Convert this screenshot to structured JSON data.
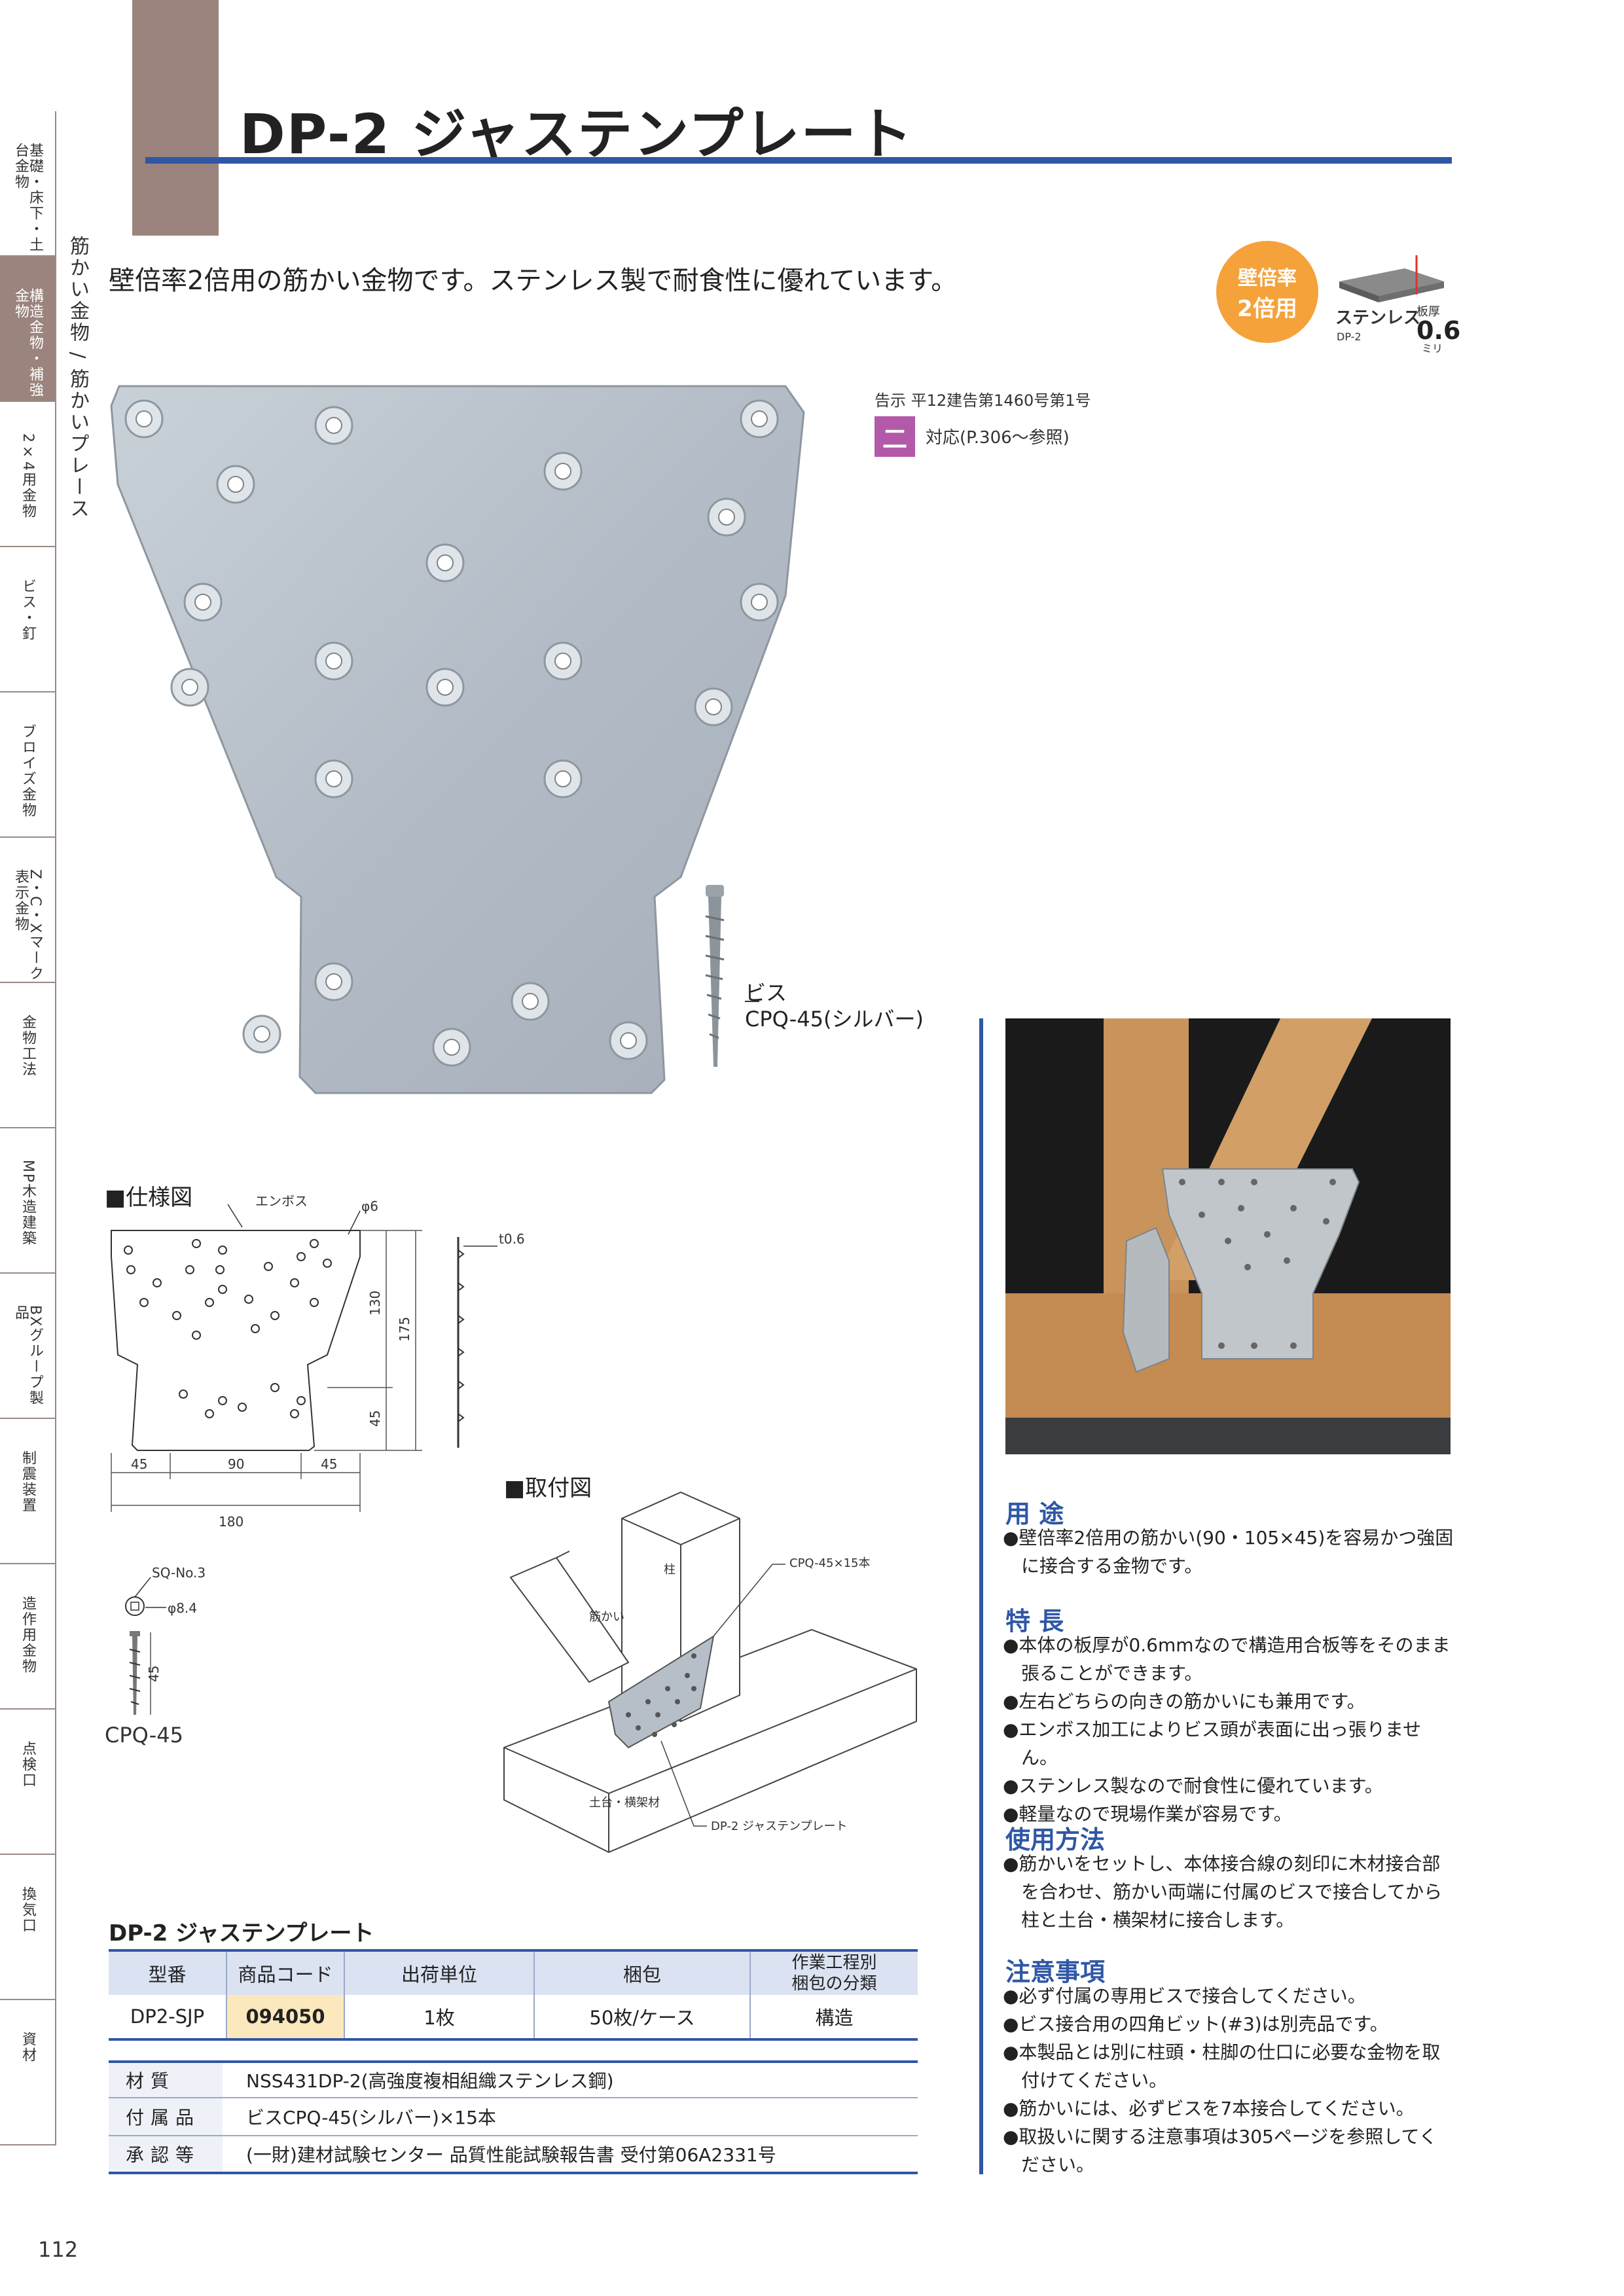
{
  "page": {
    "number": "112"
  },
  "side_tabs": [
    "基礎・床下・土台金物",
    "構造金物・補強金物",
    "2×4用金物",
    "ビス・釘",
    "ブロイズ金物",
    "Z・C・Xマーク表示金物",
    "金物工法",
    "MP木造建築",
    "BXグループ製品",
    "制震装置",
    "造作用金物",
    "点検口",
    "換気口",
    "資材"
  ],
  "category": "筋かい金物 / 筋かいプレース",
  "header": {
    "title": "DP-2 ジャステンプレート",
    "subtitle": "壁倍率2倍用の筋かい金物です。ステンレス製で耐食性に優れています。"
  },
  "badges": {
    "ratio_line1": "壁倍率",
    "ratio_line2": "2倍用",
    "material": "ステンレス",
    "thickness_label": "板厚",
    "thickness_value": "0.6",
    "thickness_unit": "ミリ",
    "model": "DP-2"
  },
  "notice": {
    "text": "告示 平12建告第1460号第1号",
    "box": "二",
    "ref": "対応(P.306〜参照)"
  },
  "product_photo": {
    "screw_label_1": "ビス",
    "screw_label_2": "CPQ-45(シルバー)"
  },
  "spec_diagram": {
    "heading": "■仕様図",
    "emboss": "エンボス",
    "hole": "φ6",
    "thickness": "t0.6",
    "dim_130": "130",
    "dim_175": "175",
    "dim_45v": "45",
    "dim_45a": "45",
    "dim_90": "90",
    "dim_45b": "45",
    "dim_180": "180"
  },
  "screw_diagram": {
    "bit": "SQ-No.3",
    "head": "φ8.4",
    "length": "45",
    "name": "CPQ-45"
  },
  "mount_diagram": {
    "heading": "■取付図",
    "pillar": "柱",
    "brace": "筋かい",
    "screws": "CPQ-45×15本",
    "sill": "土台・横架材",
    "plate": "DP-2 ジャステンプレート"
  },
  "usage": {
    "title": "用 途",
    "items": [
      "●壁倍率2倍用の筋かい(90・105×45)を容易かつ強固に接合する金物です。"
    ]
  },
  "features": {
    "title": "特 長",
    "items": [
      "●本体の板厚が0.6mmなので構造用合板等をそのまま張ることができます。",
      "●左右どちらの向きの筋かいにも兼用です。",
      "●エンボス加工によりビス頭が表面に出っ張りません。",
      "●ステンレス製なので耐食性に優れています。",
      "●軽量なので現場作業が容易です。"
    ]
  },
  "method": {
    "title": "使用方法",
    "items": [
      "●筋かいをセットし、本体接合線の刻印に木材接合部を合わせ、筋かい両端に付属のビスで接合してから柱と土台・横架材に接合します。"
    ]
  },
  "cautions": {
    "title": "注意事項",
    "items": [
      "●必ず付属の専用ビスで接合してください。",
      "●ビス接合用の四角ビット(#3)は別売品です。",
      "●本製品とは別に柱頭・柱脚の仕口に必要な金物を取付けてください。",
      "●筋かいには、必ずビスを7本接合してください。",
      "●取扱いに関する注意事項は305ページを参照してください。"
    ]
  },
  "table": {
    "title": "DP-2 ジャステンプレート",
    "headers": [
      "型番",
      "商品コード",
      "出荷単位",
      "梱包",
      "作業工程別",
      "梱包の分類"
    ],
    "row": [
      "DP2-SJP",
      "094050",
      "1枚",
      "50枚/ケース",
      "構造"
    ]
  },
  "info": [
    {
      "key": "材質",
      "value": "NSS431DP-2(高強度複相組織ステンレス鋼)"
    },
    {
      "key": "付属品",
      "value": "ビスCPQ-45(シルバー)×15本"
    },
    {
      "key": "承認等",
      "value": "(一財)建材試験センター 品質性能試験報告書 受付第06A2331号"
    }
  ],
  "colors": {
    "accent_blue": "#2f57a5",
    "tab_brown": "#9b847d",
    "badge_orange": "#f5a23a",
    "notice_purple": "#b25aa9",
    "code_highlight": "#fbe8bd"
  }
}
